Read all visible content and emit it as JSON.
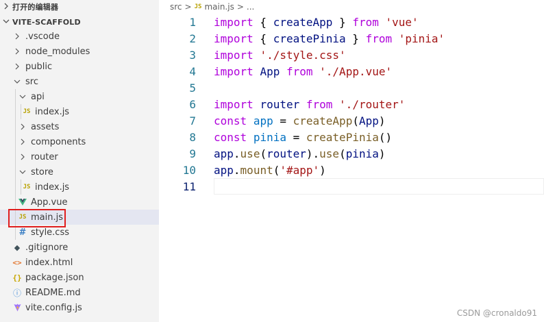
{
  "explorer": {
    "open_editors_title": "打开的编辑器",
    "project_title": "VITE-SCAFFOLD",
    "items": [
      {
        "label": ".vscode",
        "kind": "folder",
        "expanded": false,
        "depth": 0
      },
      {
        "label": "node_modules",
        "kind": "folder",
        "expanded": false,
        "depth": 0
      },
      {
        "label": "public",
        "kind": "folder",
        "expanded": false,
        "depth": 0
      },
      {
        "label": "src",
        "kind": "folder",
        "expanded": true,
        "depth": 0
      },
      {
        "label": "api",
        "kind": "folder",
        "expanded": true,
        "depth": 1
      },
      {
        "label": "index.js",
        "kind": "js",
        "depth": 2
      },
      {
        "label": "assets",
        "kind": "folder",
        "expanded": false,
        "depth": 1
      },
      {
        "label": "components",
        "kind": "folder",
        "expanded": false,
        "depth": 1
      },
      {
        "label": "router",
        "kind": "folder",
        "expanded": false,
        "depth": 1
      },
      {
        "label": "store",
        "kind": "folder",
        "expanded": true,
        "depth": 1
      },
      {
        "label": "index.js",
        "kind": "js",
        "depth": 2
      },
      {
        "label": "App.vue",
        "kind": "vue",
        "depth": 1
      },
      {
        "label": "main.js",
        "kind": "js",
        "depth": 1,
        "selected": true
      },
      {
        "label": "style.css",
        "kind": "css",
        "depth": 1
      },
      {
        "label": ".gitignore",
        "kind": "git",
        "depth": 0
      },
      {
        "label": "index.html",
        "kind": "html",
        "depth": 0
      },
      {
        "label": "package.json",
        "kind": "json",
        "depth": 0
      },
      {
        "label": "README.md",
        "kind": "info",
        "depth": 0
      },
      {
        "label": "vite.config.js",
        "kind": "vite",
        "depth": 0
      }
    ]
  },
  "breadcrumb": {
    "folder": "src",
    "sep": ">",
    "file_badge": "JS",
    "file": "main.js",
    "more": "..."
  },
  "icons": {
    "js_badge": "JS",
    "css_glyph": "#",
    "git_glyph": "◆",
    "html_glyph": "<>",
    "json_glyph": "{}",
    "info_glyph": "ⓘ"
  },
  "editor": {
    "current_line": 11,
    "lines": [
      {
        "num": "1",
        "tokens": [
          [
            "kw",
            "import"
          ],
          [
            "pl",
            " { "
          ],
          [
            "vr",
            "createApp"
          ],
          [
            "pl",
            " } "
          ],
          [
            "kw",
            "from"
          ],
          [
            "pl",
            " "
          ],
          [
            "st",
            "'vue'"
          ]
        ]
      },
      {
        "num": "2",
        "tokens": [
          [
            "kw",
            "import"
          ],
          [
            "pl",
            " { "
          ],
          [
            "vr",
            "createPinia"
          ],
          [
            "pl",
            " } "
          ],
          [
            "kw",
            "from"
          ],
          [
            "pl",
            " "
          ],
          [
            "st",
            "'pinia'"
          ]
        ]
      },
      {
        "num": "3",
        "tokens": [
          [
            "kw",
            "import"
          ],
          [
            "pl",
            " "
          ],
          [
            "st",
            "'./style.css'"
          ]
        ]
      },
      {
        "num": "4",
        "tokens": [
          [
            "kw",
            "import"
          ],
          [
            "pl",
            " "
          ],
          [
            "vr",
            "App"
          ],
          [
            "pl",
            " "
          ],
          [
            "kw",
            "from"
          ],
          [
            "pl",
            " "
          ],
          [
            "st",
            "'./App.vue'"
          ]
        ]
      },
      {
        "num": "5",
        "tokens": []
      },
      {
        "num": "6",
        "tokens": [
          [
            "kw",
            "import"
          ],
          [
            "pl",
            " "
          ],
          [
            "vr",
            "router"
          ],
          [
            "pl",
            " "
          ],
          [
            "kw",
            "from"
          ],
          [
            "pl",
            " "
          ],
          [
            "st",
            "'./router'"
          ]
        ]
      },
      {
        "num": "7",
        "tokens": [
          [
            "kw",
            "const"
          ],
          [
            "pl",
            " "
          ],
          [
            "cn",
            "app"
          ],
          [
            "pl",
            " = "
          ],
          [
            "fn",
            "createApp"
          ],
          [
            "pl",
            "("
          ],
          [
            "vr",
            "App"
          ],
          [
            "pl",
            ")"
          ]
        ]
      },
      {
        "num": "8",
        "tokens": [
          [
            "kw",
            "const"
          ],
          [
            "pl",
            " "
          ],
          [
            "cn",
            "pinia"
          ],
          [
            "pl",
            " = "
          ],
          [
            "fn",
            "createPinia"
          ],
          [
            "pl",
            "()"
          ]
        ]
      },
      {
        "num": "9",
        "tokens": [
          [
            "vr",
            "app"
          ],
          [
            "pl",
            "."
          ],
          [
            "fn",
            "use"
          ],
          [
            "pl",
            "("
          ],
          [
            "vr",
            "router"
          ],
          [
            "pl",
            ")."
          ],
          [
            "fn",
            "use"
          ],
          [
            "pl",
            "("
          ],
          [
            "vr",
            "pinia"
          ],
          [
            "pl",
            ")"
          ]
        ]
      },
      {
        "num": "10",
        "tokens": [
          [
            "vr",
            "app"
          ],
          [
            "pl",
            "."
          ],
          [
            "fn",
            "mount"
          ],
          [
            "pl",
            "("
          ],
          [
            "st",
            "'#app'"
          ],
          [
            "pl",
            ")"
          ]
        ]
      },
      {
        "num": "11",
        "tokens": []
      }
    ]
  },
  "watermark": "CSDN @cronaldo91"
}
